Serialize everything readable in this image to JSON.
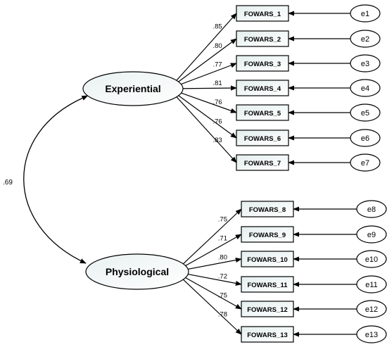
{
  "latents": [
    {
      "id": "experiential",
      "label": "Experiential"
    },
    {
      "id": "physiological",
      "label": "Physiological"
    }
  ],
  "correlation": {
    "label": ".69"
  },
  "indicators": [
    {
      "label": "FOWARS_1",
      "loading": ".85",
      "error": "e1",
      "factor": "experiential"
    },
    {
      "label": "FOWARS_2",
      "loading": ".80",
      "error": "e2",
      "factor": "experiential"
    },
    {
      "label": "FOWARS_3",
      "loading": ".77",
      "error": "e3",
      "factor": "experiential"
    },
    {
      "label": "FOWARS_4",
      "loading": ".81",
      "error": "e4",
      "factor": "experiential"
    },
    {
      "label": "FOWARS_5",
      "loading": ".76",
      "error": "e5",
      "factor": "experiential"
    },
    {
      "label": "FOWARS_6",
      "loading": ".76",
      "error": "e6",
      "factor": "experiential"
    },
    {
      "label": "FOWARS_7",
      "loading": ".83",
      "error": "e7",
      "factor": "experiential"
    },
    {
      "label": "FOWARS_8",
      "loading": ".75",
      "error": "e8",
      "factor": "physiological"
    },
    {
      "label": "FOWARS_9",
      "loading": ".71",
      "error": "e9",
      "factor": "physiological"
    },
    {
      "label": "FOWARS_10",
      "loading": ".80",
      "error": "e10",
      "factor": "physiological"
    },
    {
      "label": "FOWARS_11",
      "loading": ".72",
      "error": "e11",
      "factor": "physiological"
    },
    {
      "label": "FOWARS_12",
      "loading": ".75",
      "error": "e12",
      "factor": "physiological"
    },
    {
      "label": "FOWARS_13",
      "loading": ".78",
      "error": "e13",
      "factor": "physiological"
    }
  ]
}
